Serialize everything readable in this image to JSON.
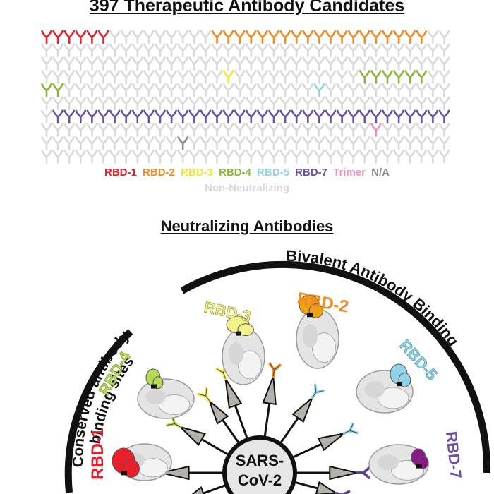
{
  "header": {
    "title": "397 Therapeutic Antibody Candidates",
    "subtitle": "Neutralizing Antibodies"
  },
  "legend": [
    {
      "label": "RBD-1",
      "color": "#e8202a"
    },
    {
      "label": "RBD-2",
      "color": "#f08a24"
    },
    {
      "label": "RBD-3",
      "color": "#f2e43c"
    },
    {
      "label": "RBD-4",
      "color": "#8ab43a"
    },
    {
      "label": "RBD-5",
      "color": "#8fd4e8"
    },
    {
      "label": "RBD-7",
      "color": "#6a4fa8"
    },
    {
      "label": "Trimer",
      "color": "#ef8fbf"
    },
    {
      "label": "N/A",
      "color": "#8c8c8c"
    }
  ],
  "legend_non_neutralizing": {
    "label": "Non-Neutralizing",
    "color": "#d9d9d9"
  },
  "antibody_grid": {
    "rows": 10,
    "columns": 36,
    "default_color": "#d9d9d9",
    "highlights": [
      {
        "row": 0,
        "from": 0,
        "to": 5,
        "color": "#e8202a"
      },
      {
        "row": 0,
        "from": 15,
        "to": 33,
        "color": "#f08a24"
      },
      {
        "row": 3,
        "from": 16,
        "to": 16,
        "color": "#f2e43c"
      },
      {
        "row": 3,
        "from": 28,
        "to": 33,
        "color": "#8ab43a"
      },
      {
        "row": 4,
        "from": 0,
        "to": 1,
        "color": "#8ab43a"
      },
      {
        "row": 4,
        "from": 24,
        "to": 24,
        "color": "#8fd4e8"
      },
      {
        "row": 6,
        "from": 1,
        "to": 35,
        "color": "#6a4fa8"
      },
      {
        "row": 7,
        "from": 29,
        "to": 29,
        "color": "#ef8fbf"
      },
      {
        "row": 8,
        "from": 12,
        "to": 12,
        "color": "#8c8c8c"
      }
    ]
  },
  "diagram": {
    "center_label_line1": "SARS-",
    "center_label_line2": "CoV-2",
    "arc_left_line1": "Conserved antibody",
    "arc_left_line2": "binding sites",
    "arc_right_label": "Bivalent Antibody Binding",
    "sites": [
      {
        "label": "RBD-1",
        "color": "#e8202a"
      },
      {
        "label": "RBD-4",
        "color": "#b6d957"
      },
      {
        "label": "RBD-3",
        "color": "#e8e878"
      },
      {
        "label": "RBD-2",
        "color": "#f08a24"
      },
      {
        "label": "RBD-5",
        "color": "#8fd4e8"
      },
      {
        "label": "RBD-7",
        "color": "#6a4fa8"
      }
    ]
  }
}
